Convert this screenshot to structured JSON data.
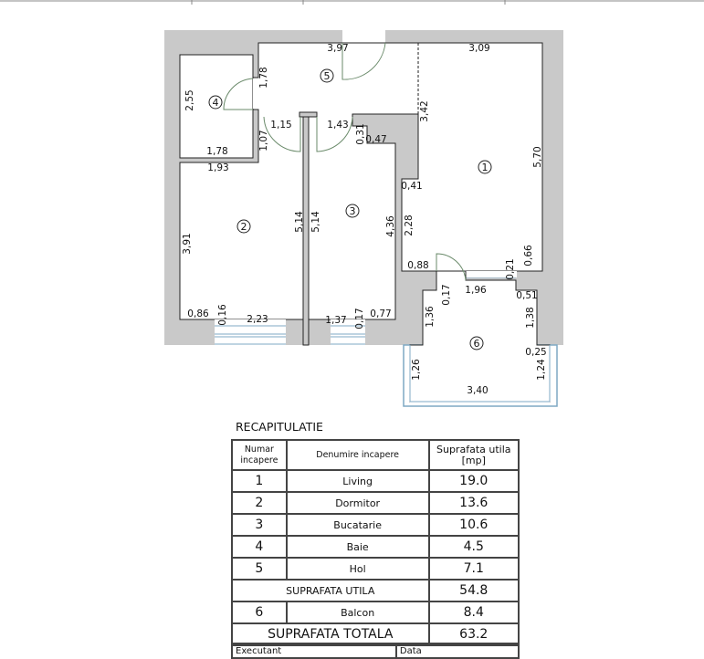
{
  "plan": {
    "rooms": [
      "1",
      "2",
      "3",
      "4",
      "5",
      "6"
    ],
    "dimensions": [
      "3,97",
      "3,09",
      "1,78",
      "2,55",
      "1,15",
      "1,43",
      "0,31",
      "0,47",
      "3,42",
      "1,07",
      "1,78",
      "1,93",
      "0,41",
      "5,70",
      "5,14",
      "5,14",
      "4,36",
      "2,28",
      "3,91",
      "0,66",
      "0,88",
      "0,21",
      "1,96",
      "0,17",
      "0,51",
      "0,86",
      "0,16",
      "2,23",
      "1,37",
      "0,17",
      "0,77",
      "1,36",
      "1,38",
      "0,25",
      "1,26",
      "1,24",
      "3,40"
    ],
    "colors": {
      "wall": "#c9c9c9",
      "window": "#7fa9c4",
      "line": "#222222"
    }
  },
  "summary": {
    "title": "RECAPITULATIE",
    "headers": {
      "number": "Numar incapere",
      "name": "Denumire incapere",
      "area": "Suprafata utila [mp]"
    },
    "rows": [
      {
        "number": "1",
        "name": "Living",
        "area": "19.0"
      },
      {
        "number": "2",
        "name": "Dormitor",
        "area": "13.6"
      },
      {
        "number": "3",
        "name": "Bucatarie",
        "area": "10.6"
      },
      {
        "number": "4",
        "name": "Baie",
        "area": "4.5"
      },
      {
        "number": "5",
        "name": "Hol",
        "area": "7.1"
      }
    ],
    "useful_label": "SUPRAFATA UTILA",
    "useful_value": "54.8",
    "balcony": {
      "number": "6",
      "name": "Balcon",
      "area": "8.4"
    },
    "total_label": "SUPRAFATA TOTALA",
    "total_value": "63.2",
    "footer": {
      "executant": "Executant",
      "date": "Data"
    }
  }
}
